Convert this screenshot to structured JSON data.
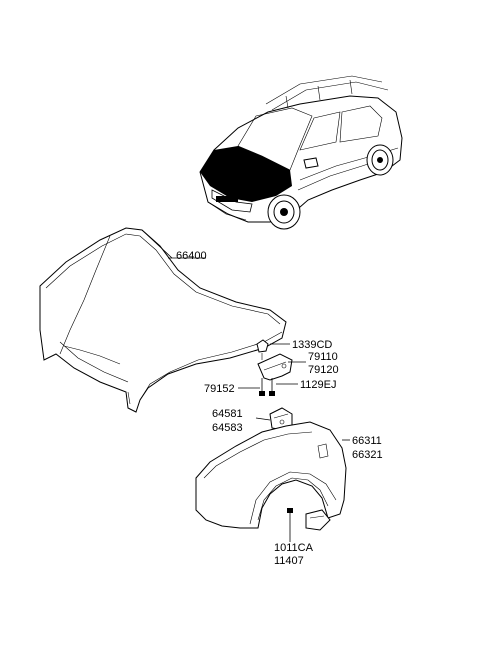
{
  "labels": {
    "hood": "66400",
    "hood_bumper": "1339CD",
    "hinge_lh": "79110",
    "hinge_rh": "79120",
    "hinge_bolt": "79152",
    "hinge_nut": "1129EJ",
    "bracket_a": "64581",
    "bracket_b": "64583",
    "fender_lh": "66311",
    "fender_rh": "66321",
    "screw_a": "1011CA",
    "screw_b": "11407"
  }
}
